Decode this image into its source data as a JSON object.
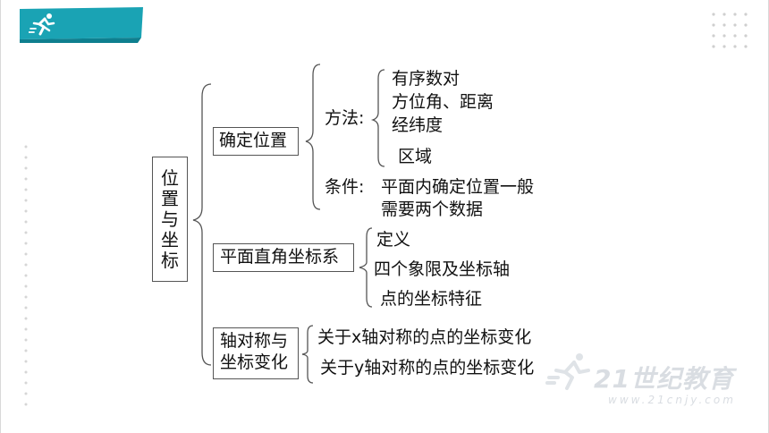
{
  "root": {
    "label_chars": [
      "位",
      "置",
      "与",
      "坐",
      "标"
    ]
  },
  "branches": {
    "b1": {
      "label": "确定位置",
      "method": {
        "label": "方法:",
        "items": [
          "有序数对",
          "方位角、距离",
          "经纬度",
          "区域"
        ]
      },
      "condition": {
        "label": "条件:",
        "lines": [
          "平面内确定位置一般",
          "需要两个数据"
        ]
      }
    },
    "b2": {
      "label": "平面直角坐标系",
      "items": [
        "定义",
        "四个象限及坐标轴",
        "点的坐标特征"
      ]
    },
    "b3": {
      "label_lines": [
        "轴对称与",
        "坐标变化"
      ],
      "items": [
        "关于x轴对称的点的坐标变化",
        "关于y轴对称的点的坐标变化"
      ]
    }
  },
  "watermark": {
    "title": "21世纪教育",
    "url": "www.21cnjy.com"
  },
  "colors": {
    "banner": "#1aa3b4",
    "banner_dark": "#0e7f8f",
    "text": "#111111",
    "line": "#555555"
  },
  "icons": {
    "logo": "runner-icon"
  }
}
